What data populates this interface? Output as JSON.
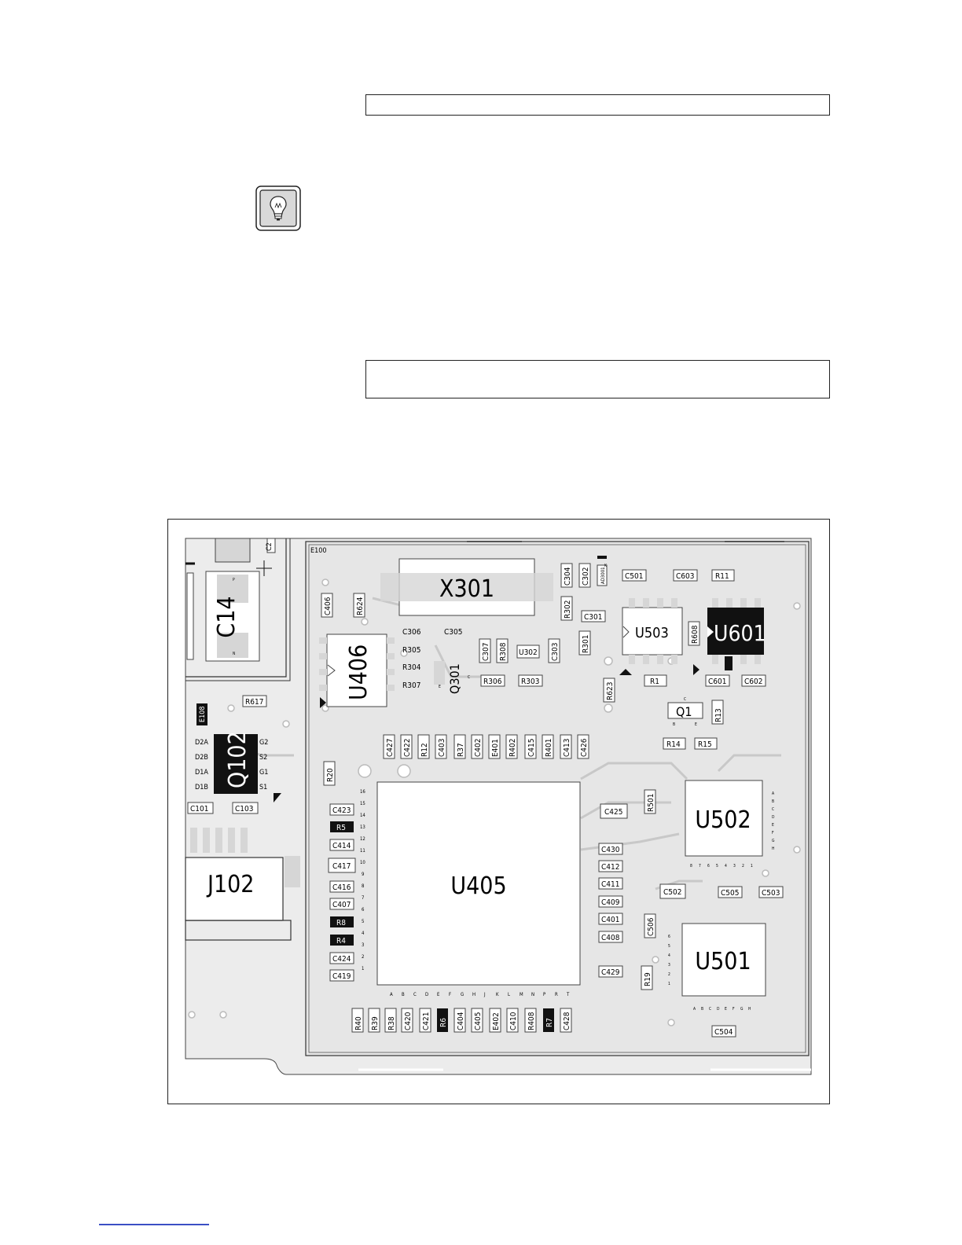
{
  "page": {
    "tip_icon": "lightbulb-icon",
    "header_box_text": "",
    "note_box_text": ""
  },
  "figure": {
    "board_label": "E100",
    "components": {
      "big": {
        "x301": "X301",
        "u406": "U406",
        "u405": "U405",
        "u502": "U502",
        "u501": "U501",
        "u503": "U503",
        "u601": "U601",
        "c14": "C14",
        "j102": "J102",
        "q102": "Q102",
        "q301": "Q301",
        "q1": "Q1"
      },
      "top_row": [
        "C304",
        "C302",
        "C501",
        "C603",
        "R11"
      ],
      "mid_labels": {
        "c406": "C406",
        "r624": "R624",
        "c306": "C306",
        "c305": "C305",
        "r305": "R305",
        "r304": "R304",
        "r307": "R307",
        "c307": "C307",
        "r308": "R308",
        "u302": "U302",
        "c303": "C303",
        "r306": "R306",
        "r303": "R303",
        "r302": "R302",
        "c301": "C301",
        "r301": "R301",
        "r608": "R608",
        "r1": "R1",
        "c601": "C601",
        "c602": "C602",
        "r623": "R623",
        "r13": "R13",
        "r14": "R14",
        "r15": "R15",
        "r617": "R617",
        "e108": "E108",
        "r20": "R20",
        "r501": "R501",
        "c425": "C425",
        "c2": "C2"
      },
      "vertical_row": [
        "C427",
        "C422",
        "R12",
        "C403",
        "R37",
        "C402",
        "E401",
        "R402",
        "C415",
        "R401",
        "C413",
        "C426"
      ],
      "left_column": [
        "C423",
        "R5",
        "C414",
        "C417",
        "C416",
        "C407",
        "R8",
        "R4",
        "C424",
        "C419"
      ],
      "left_column_dark": [
        "R5",
        "R8",
        "R4"
      ],
      "right_column": [
        "C430",
        "C412",
        "C411",
        "C409",
        "C401",
        "C408"
      ],
      "bottom_row": [
        "R40",
        "R39",
        "R38",
        "C420",
        "C421",
        "R6",
        "C404",
        "C405",
        "E402",
        "C410",
        "R408",
        "R7",
        "C428"
      ],
      "bottom_row_dark": [
        "R6",
        "R7"
      ],
      "misc": {
        "c502": "C502",
        "c505": "C505",
        "c503": "C503",
        "c506": "C506",
        "c429": "C429",
        "r19": "R19",
        "c504": "C504",
        "c101": "C101",
        "c103": "C103"
      },
      "q102_pins_left": [
        "D2A",
        "D2B",
        "D1A",
        "D1B"
      ],
      "q102_pins_right": [
        "G2",
        "S2",
        "G1",
        "S1"
      ],
      "pin_numbers": [
        "16",
        "15",
        "14",
        "13",
        "12",
        "11",
        "10",
        "9",
        "8",
        "7",
        "6",
        "5",
        "4",
        "3",
        "2",
        "1"
      ],
      "pin_letters": [
        "A",
        "B",
        "C",
        "D",
        "E",
        "F",
        "G",
        "H",
        "J",
        "K",
        "L",
        "M",
        "N",
        "P",
        "R",
        "T"
      ],
      "u501_pin_numbers": [
        "6",
        "5",
        "4",
        "3",
        "2",
        "1"
      ],
      "u501_pin_letters": [
        "A",
        "B",
        "C",
        "D",
        "E",
        "F",
        "G",
        "H"
      ],
      "u502_pin_numbers": [
        "8",
        "7",
        "6",
        "5",
        "4",
        "3",
        "2",
        "1"
      ],
      "u502_pin_letters": [
        "A",
        "B",
        "C",
        "D",
        "E",
        "F",
        "G",
        "H"
      ],
      "q301_pins": [
        "E",
        "C"
      ],
      "q1_pins": [
        "C",
        "B",
        "E"
      ],
      "d3001": "AD3001",
      "d3001_k": "K",
      "c14_pins": [
        "P",
        "N"
      ]
    }
  }
}
